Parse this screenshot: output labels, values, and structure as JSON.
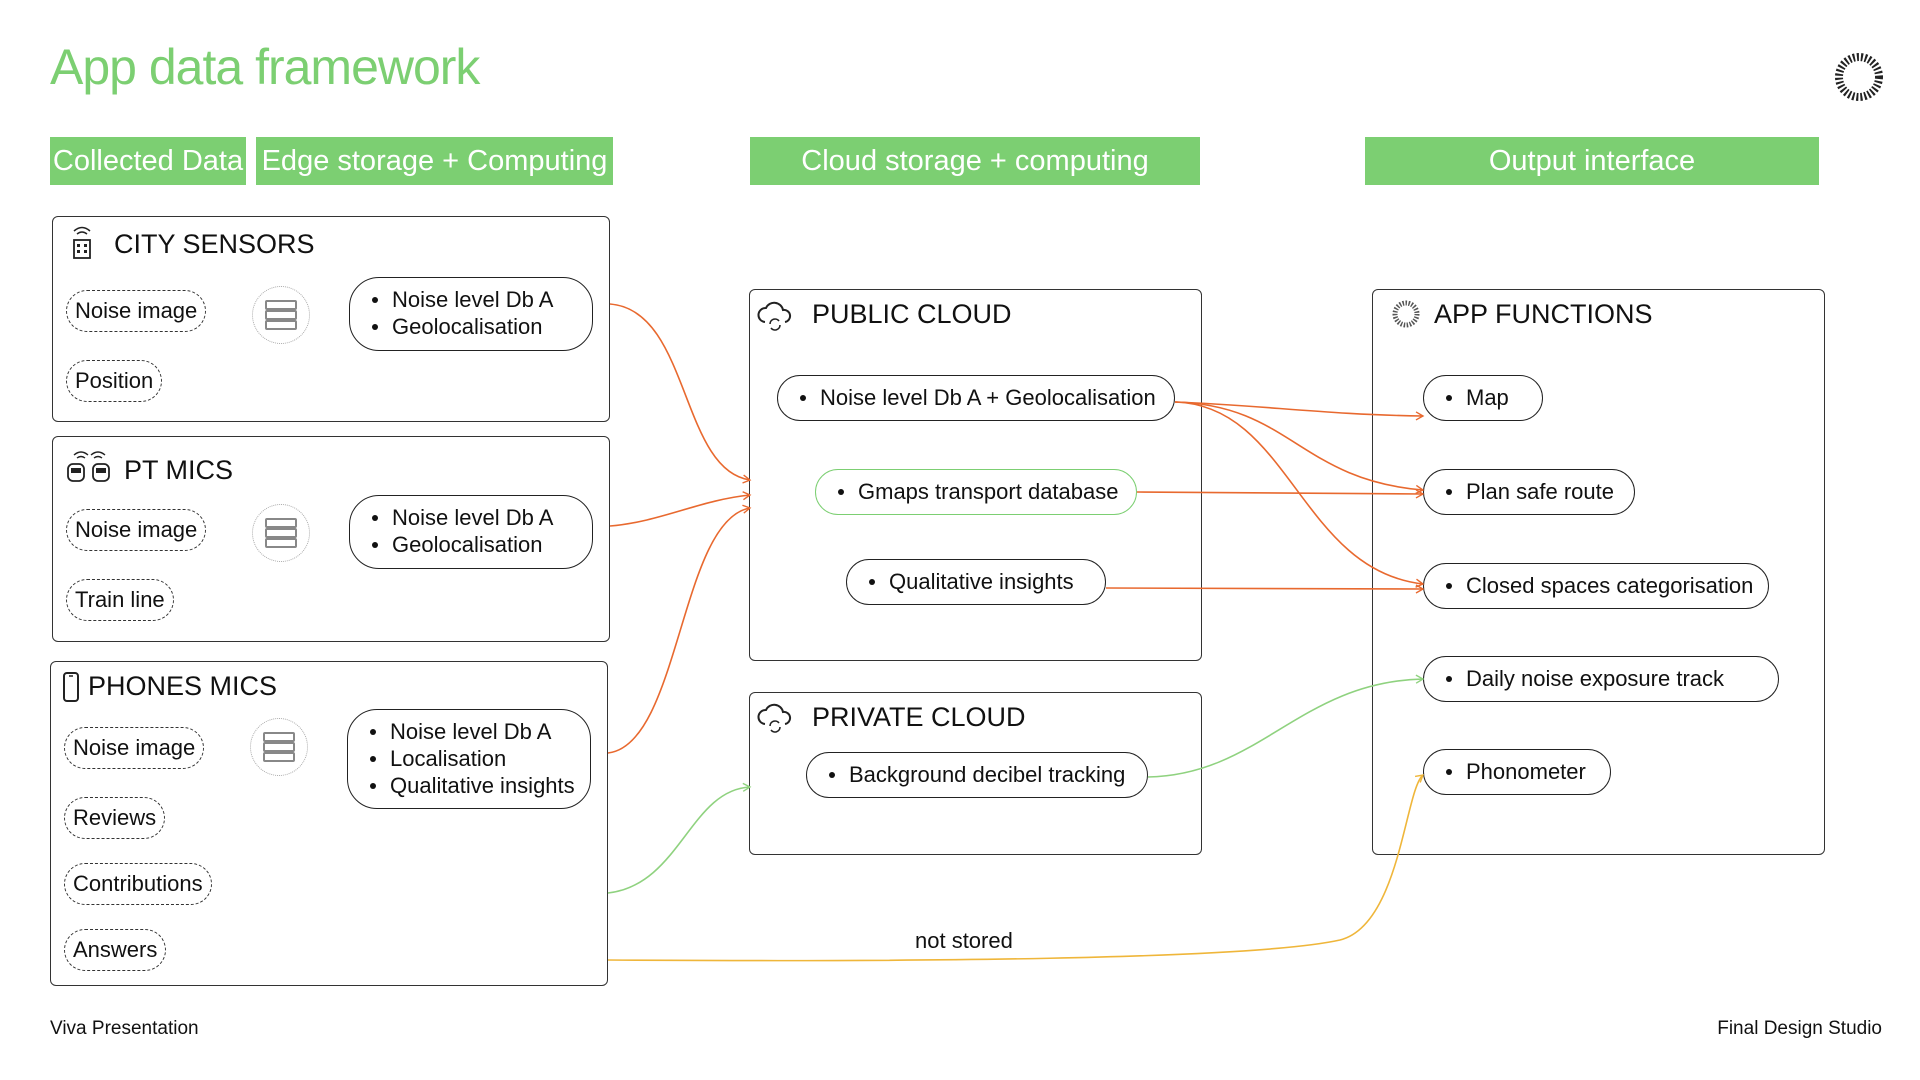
{
  "title": "App data framework",
  "headers": {
    "collected": "Collected Data",
    "edge": "Edge storage + Computing",
    "cloud": "Cloud storage + computing",
    "output": "Output interface"
  },
  "city": {
    "title": "CITY SENSORS",
    "chips": [
      "Noise image",
      "Position"
    ],
    "list": [
      "Noise level Db A",
      "Geolocalisation"
    ]
  },
  "pt": {
    "title": "PT MICS",
    "chips": [
      "Noise image",
      "Train line"
    ],
    "list": [
      "Noise level Db A",
      "Geolocalisation"
    ]
  },
  "phones": {
    "title": "PHONES MICS",
    "chips": [
      "Noise image",
      "Reviews",
      "Contributions",
      "Answers"
    ],
    "list": [
      "Noise level Db A",
      "Localisation",
      "Qualitative insights"
    ]
  },
  "public_cloud": {
    "title": "PUBLIC CLOUD",
    "items": [
      "Noise level Db A + Geolocalisation",
      "Gmaps transport database",
      "Qualitative insights"
    ]
  },
  "private_cloud": {
    "title": "PRIVATE CLOUD",
    "items": [
      "Background decibel tracking"
    ]
  },
  "app": {
    "title": "APP FUNCTIONS",
    "items": [
      "Map",
      "Plan safe route",
      "Closed spaces categorisation",
      "Daily noise exposure track",
      "Phonometer"
    ]
  },
  "edge_label": "not stored",
  "footer": {
    "left": "Viva Presentation",
    "right": "Final Design Studio"
  },
  "colors": {
    "accent": "#7ccf72",
    "public_flow": "#e8692f",
    "private_flow": "#8fd27f",
    "direct_flow": "#efb63a"
  },
  "icons": [
    "city-sensor-icon",
    "train-mic-icon",
    "phone-icon",
    "database-icon",
    "cloud-sync-icon",
    "app-logo-icon"
  ]
}
